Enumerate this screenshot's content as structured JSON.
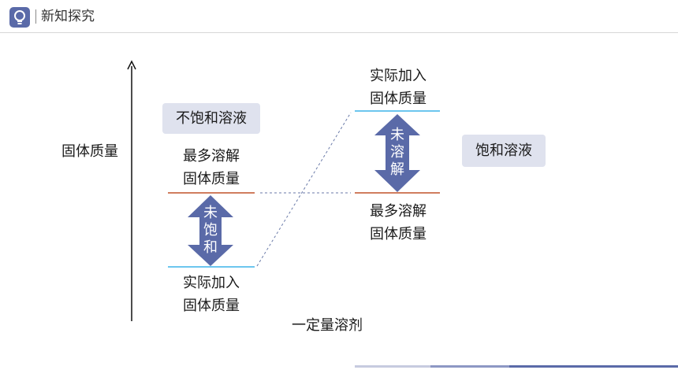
{
  "header": {
    "title": "新知探究",
    "icon": "lightbulb-icon",
    "accent_color": "#5a6aa8"
  },
  "diagram": {
    "axis_label": "固体质量",
    "bottom_label": "一定量溶剂",
    "left": {
      "state_tag": "不饱和溶液",
      "max_label_line1": "最多溶解",
      "max_label_line2": "固体质量",
      "actual_label_line1": "实际加入",
      "actual_label_line2": "固体质量",
      "arrow_chars": [
        "未",
        "饱",
        "和"
      ]
    },
    "right": {
      "state_tag": "饱和溶液",
      "actual_label_line1": "实际加入",
      "actual_label_line2": "固体质量",
      "max_label_line1": "最多溶解",
      "max_label_line2": "固体质量",
      "arrow_chars": [
        "未",
        "溶",
        "解"
      ]
    },
    "colors": {
      "max_line": "#c0522a",
      "actual_line": "#3bb3e8",
      "arrow": "#5a6aa8",
      "tag_bg": "#dfe2ee"
    }
  }
}
